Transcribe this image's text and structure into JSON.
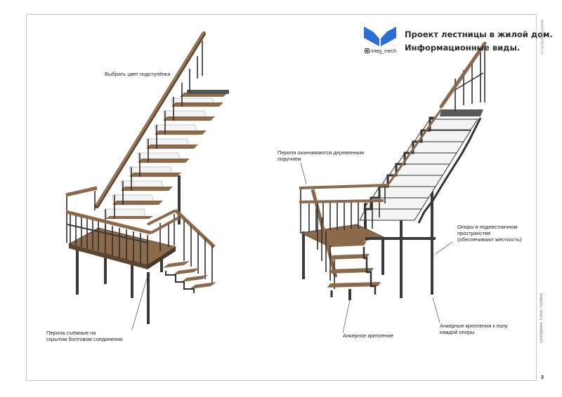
{
  "header": {
    "title_line1": "Проект лестницы в жилой дом.",
    "title_line2": "Информационные виды.",
    "instagram_handle": "integ_mech"
  },
  "annotations": {
    "riser_color": "Выбрать цвет подступёнка",
    "removable_rail_line1": "Перила съёмные на",
    "removable_rail_line2": "скрытом болтовом соединении",
    "rail_end_line1": "Перила оканчиваются деревянным",
    "rail_end_line2": "поручнем",
    "supports_line1": "Опоры в подлестничном",
    "supports_line2": "пространстве",
    "supports_line3": "(обеспечивают жёсткость)",
    "anchor": "Анкерное крепление",
    "anchor_floor_line1": "Анкерные крепления к полу",
    "anchor_floor_line2": "каждой опоры"
  },
  "sidebar": {
    "website": "www.integmech.ru",
    "author": "Екатерина. Сочи. Поляна"
  },
  "page_number": "3",
  "colors": {
    "wood": "#8a6a4b",
    "wood_dark": "#5e4530",
    "metal": "#3a3a3a",
    "riser_white": "#f4f4f4",
    "logo_blue": "#2b6fd6",
    "border": "#c9c9c9"
  },
  "icons": [
    "logo-icon",
    "instagram-icon"
  ]
}
